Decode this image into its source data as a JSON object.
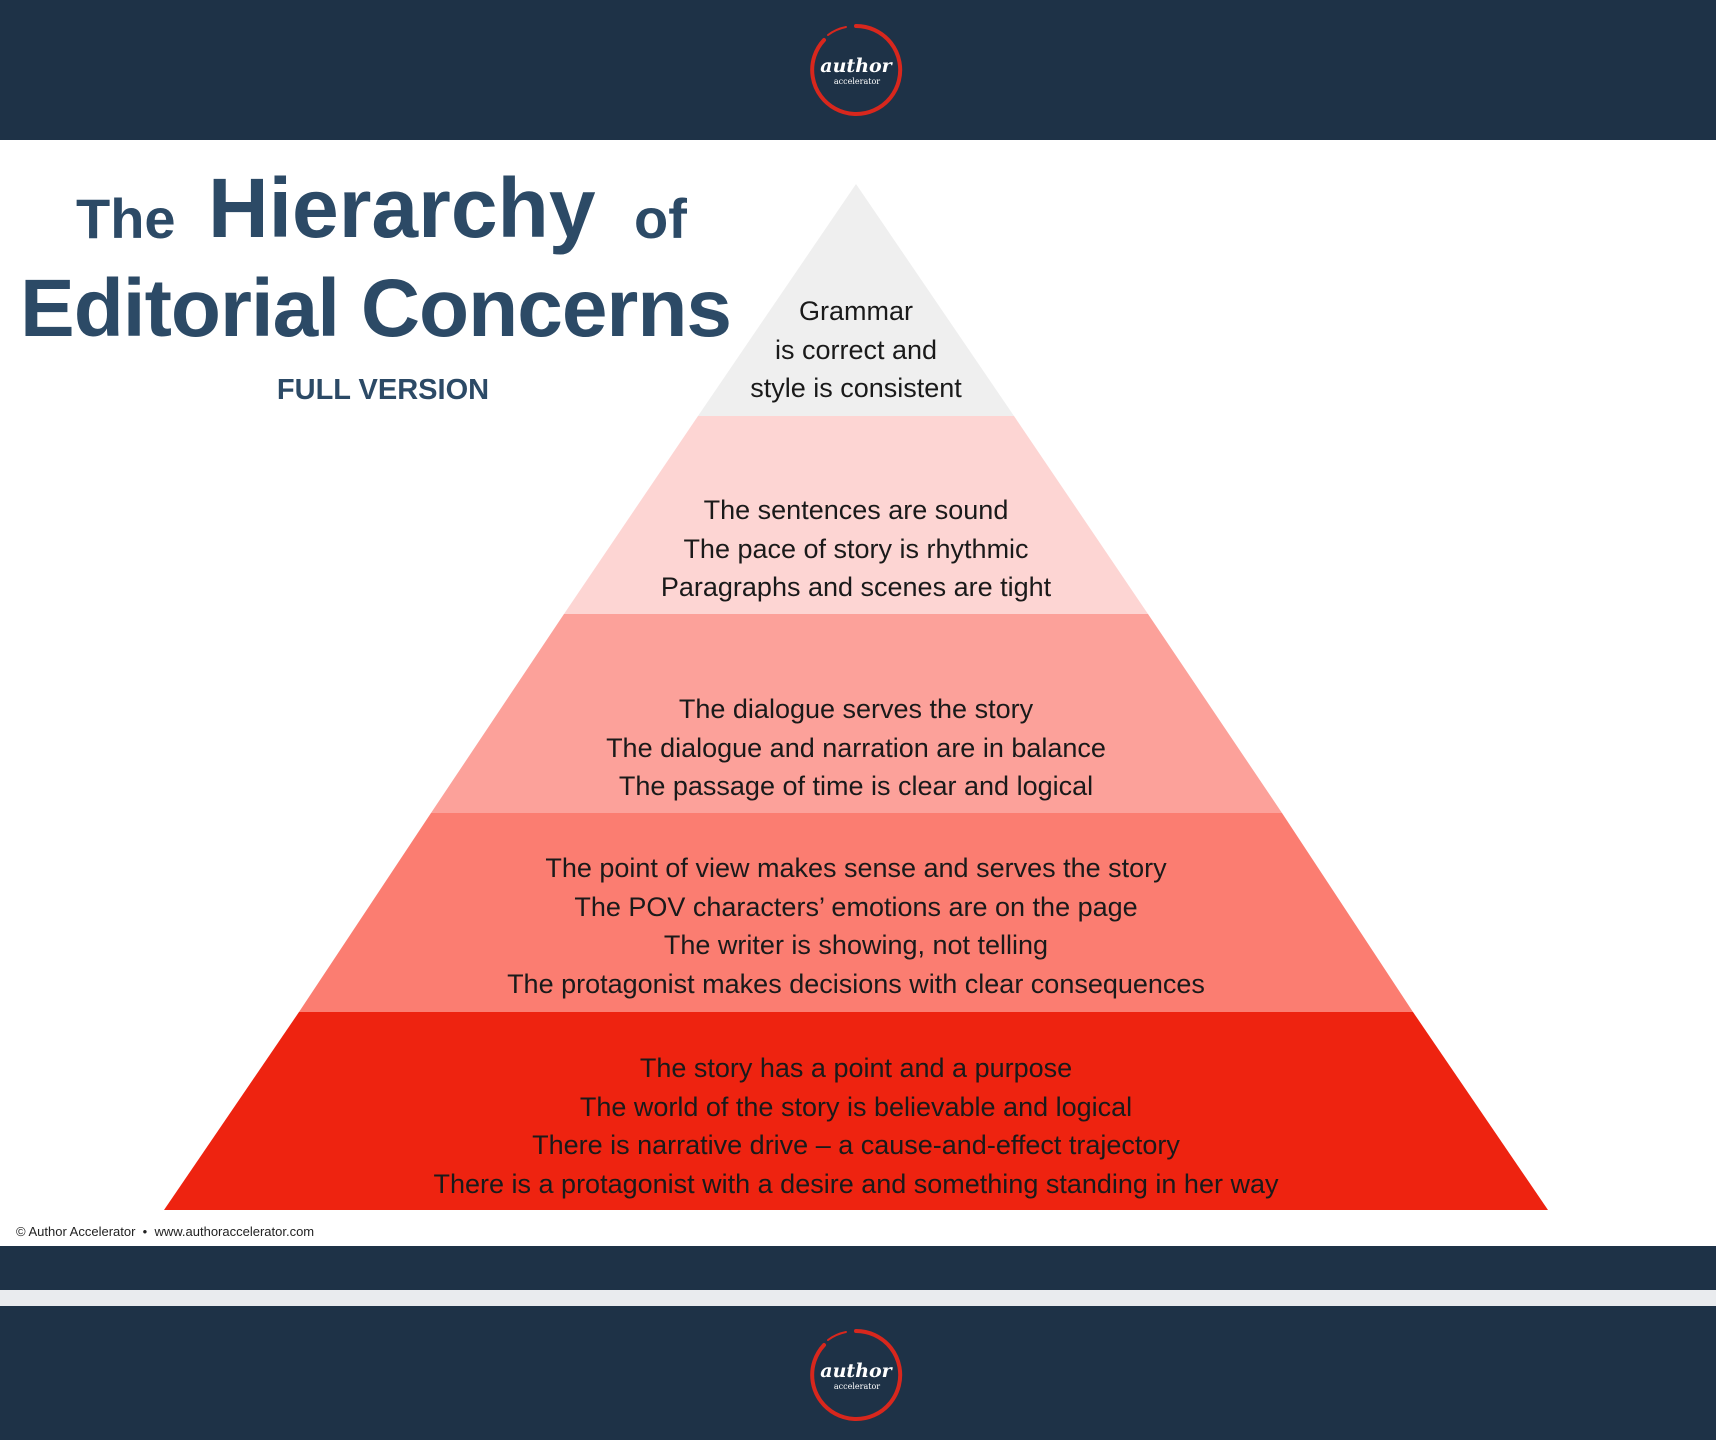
{
  "header": {
    "logo": {
      "icon": "author-accelerator-logo",
      "word": "author",
      "subword": "accelerator"
    }
  },
  "title": {
    "the": "The",
    "hierarchy": "Hierarchy",
    "of": "of",
    "line2": "Editorial Concerns",
    "subtitle": "FULL VERSION"
  },
  "pyramid": {
    "tiers": [
      {
        "color": "#efefef",
        "lines": [
          "Grammar",
          "is correct and",
          "style is consistent"
        ]
      },
      {
        "color": "#fdd5d3",
        "lines": [
          "The sentences are sound",
          "The pace of story is rhythmic",
          "Paragraphs and scenes are tight"
        ]
      },
      {
        "color": "#fca19a",
        "lines": [
          "The dialogue serves the story",
          "The dialogue and narration are in balance",
          "The passage of time is clear and logical"
        ]
      },
      {
        "color": "#fb7d71",
        "lines": [
          "The point of view makes sense and serves the story",
          "The POV characters’ emotions are on the page",
          "The writer is showing, not telling",
          "The protagonist makes decisions with clear consequences"
        ]
      },
      {
        "color": "#ee2310",
        "lines": [
          "The story has a point and a purpose",
          "The world of the story is believable and logical",
          "There is narrative drive – a cause-and-effect trajectory",
          "There is a protagonist with a desire and something standing in her way"
        ]
      }
    ]
  },
  "footer": {
    "copyright": "© Author Accelerator",
    "separator": "•",
    "url": "www.authoraccelerator.com"
  },
  "colors": {
    "navy": "#1e3247",
    "title": "#2c4a66",
    "logo_ring": "#d8271d"
  }
}
